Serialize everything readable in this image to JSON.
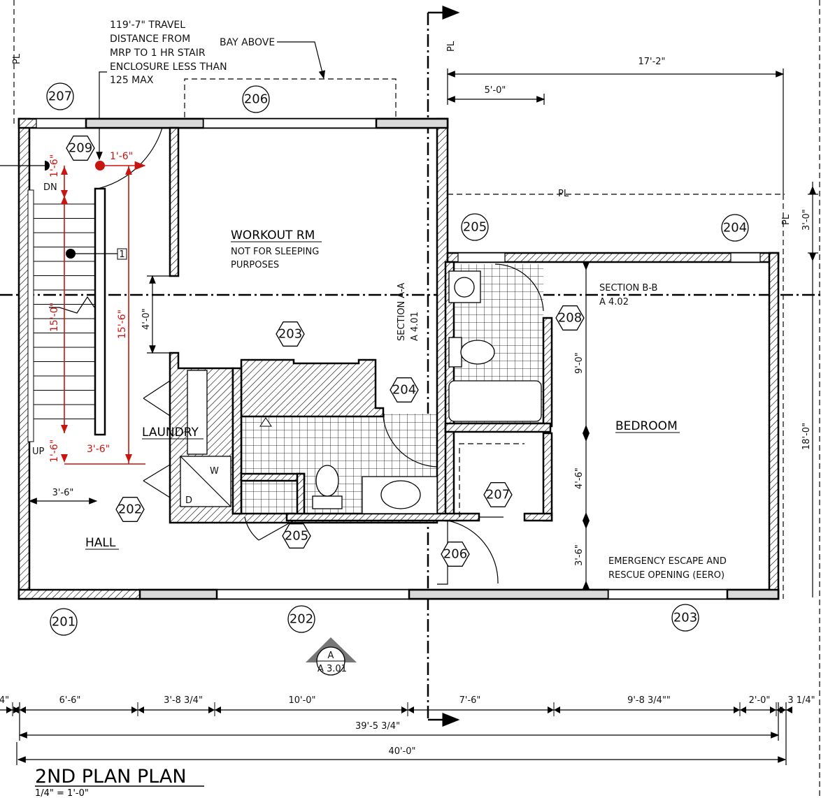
{
  "title": "2ND PLAN PLAN",
  "scale": "1/4\" = 1'-0\"",
  "notes": {
    "travel_distance": [
      "119'-7\" TRAVEL",
      "DISTANCE FROM",
      "MRP TO 1 HR STAIR",
      "ENCLOSURE LESS THAN",
      "125 MAX"
    ],
    "bay_above": "BAY ABOVE"
  },
  "rooms": {
    "workout": "WORKOUT RM",
    "workout_note": [
      "NOT FOR SLEEPING",
      "PURPOSES"
    ],
    "laundry": "LAUNDRY",
    "hall": "HALL",
    "bedroom": "BEDROOM",
    "eero": [
      "EMERGENCY ESCAPE AND",
      "RESCUE OPENING (EERO)"
    ]
  },
  "window_tags": [
    "207",
    "206",
    "205",
    "204",
    "201",
    "202",
    "203"
  ],
  "door_tags": [
    "209",
    "203",
    "204",
    "202",
    "205",
    "207",
    "206",
    "208"
  ],
  "labels": {
    "pl": "PL",
    "dn": "DN",
    "up": "UP",
    "washer": "W",
    "dryer": "D",
    "keynote": "1",
    "section_aa": [
      "SECTION A-A",
      "A 4.01"
    ],
    "section_bb": [
      "SECTION B-B",
      "A 4.02"
    ],
    "section_marker": [
      "A",
      "A 3.01"
    ]
  },
  "dimensions": {
    "top_overall": "17'-2\"",
    "top_offset": "5'-0\"",
    "right_setback": "3'-0\"",
    "right_depth": "18'-0\"",
    "workout_opening": "4'-0\"",
    "bedroom_9": "9'-0\"",
    "bedroom_4_6": "4'-6\"",
    "bedroom_3_6": "3'-6\"",
    "hall_width": "3'-6\"",
    "red": [
      "1'-6\"",
      "1'-6\"",
      "15'-0\"",
      "15'-6\"",
      "1'-6\"",
      "3'-6\""
    ],
    "bottom_segments": [
      "4\"",
      "6'-6\"",
      "3'-8 3/4\"",
      "10'-0\"",
      "7'-6\"",
      "9'-8 3/4\"\"",
      "2'-0\"",
      "3 1/4\""
    ],
    "bottom_total": "39'-5 3/4\"",
    "overall": "40'-0\""
  },
  "colors": {
    "wall_hatch": "#000000",
    "window": "#d9d9d9",
    "egress_path": "#c8150f"
  }
}
